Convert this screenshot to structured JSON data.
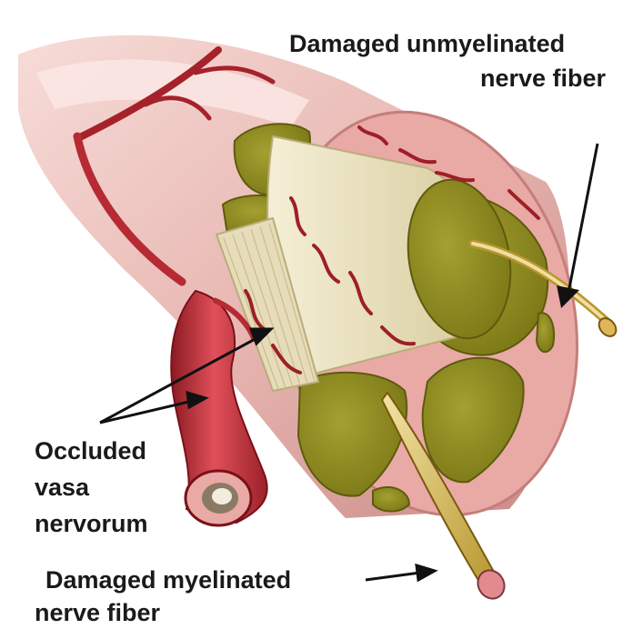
{
  "labels": {
    "unmyelinated_line1": "Damaged unmyelinated",
    "unmyelinated_line2": "nerve fiber",
    "occluded_line1": "Occluded",
    "occluded_line2": "vasa",
    "occluded_line3": "nervorum",
    "myelinated_line1": "Damaged myelinated",
    "myelinated_line2": "nerve fiber"
  },
  "colors": {
    "background": "#ffffff",
    "outer_sheath": "#e8b7b2",
    "sheath_shadow": "#c98a86",
    "cut_face": "#e9a9a5",
    "fascicle": "#8e8a1e",
    "fascicle_dark": "#6f6b12",
    "axon_bundle": "#e8e0bf",
    "vessel": "#c9303a",
    "vessel_dark": "#8b1a22",
    "fiber": "#d8c07a",
    "arrow": "#111111"
  }
}
